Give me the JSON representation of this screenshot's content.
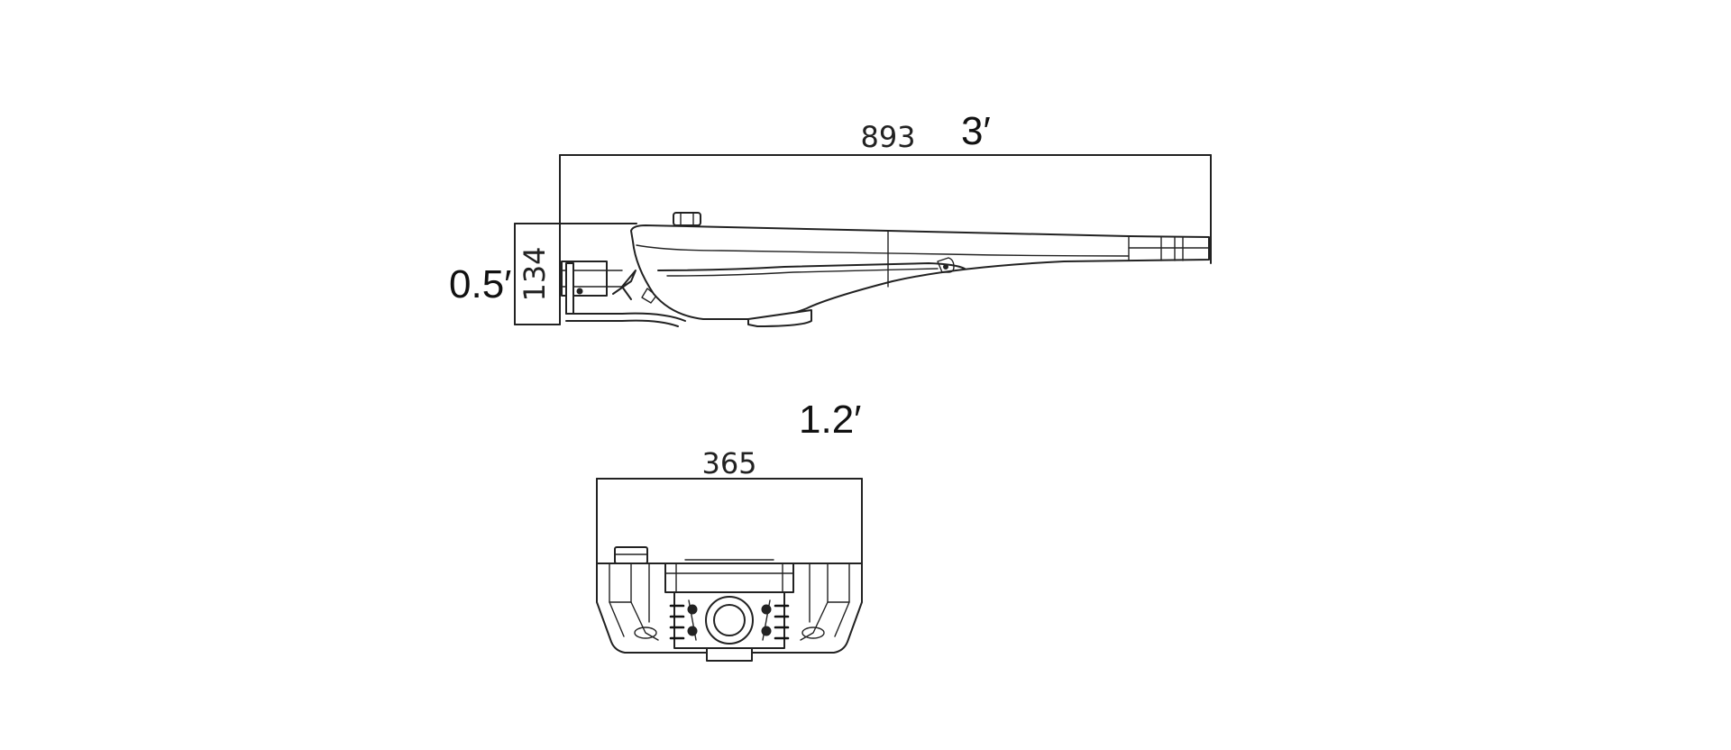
{
  "side_view": {
    "length_mm": "893",
    "length_ft": "3′",
    "height_mm": "134",
    "height_ft": "0.5′"
  },
  "front_view": {
    "width_mm": "365",
    "width_ft": "1.2′"
  }
}
